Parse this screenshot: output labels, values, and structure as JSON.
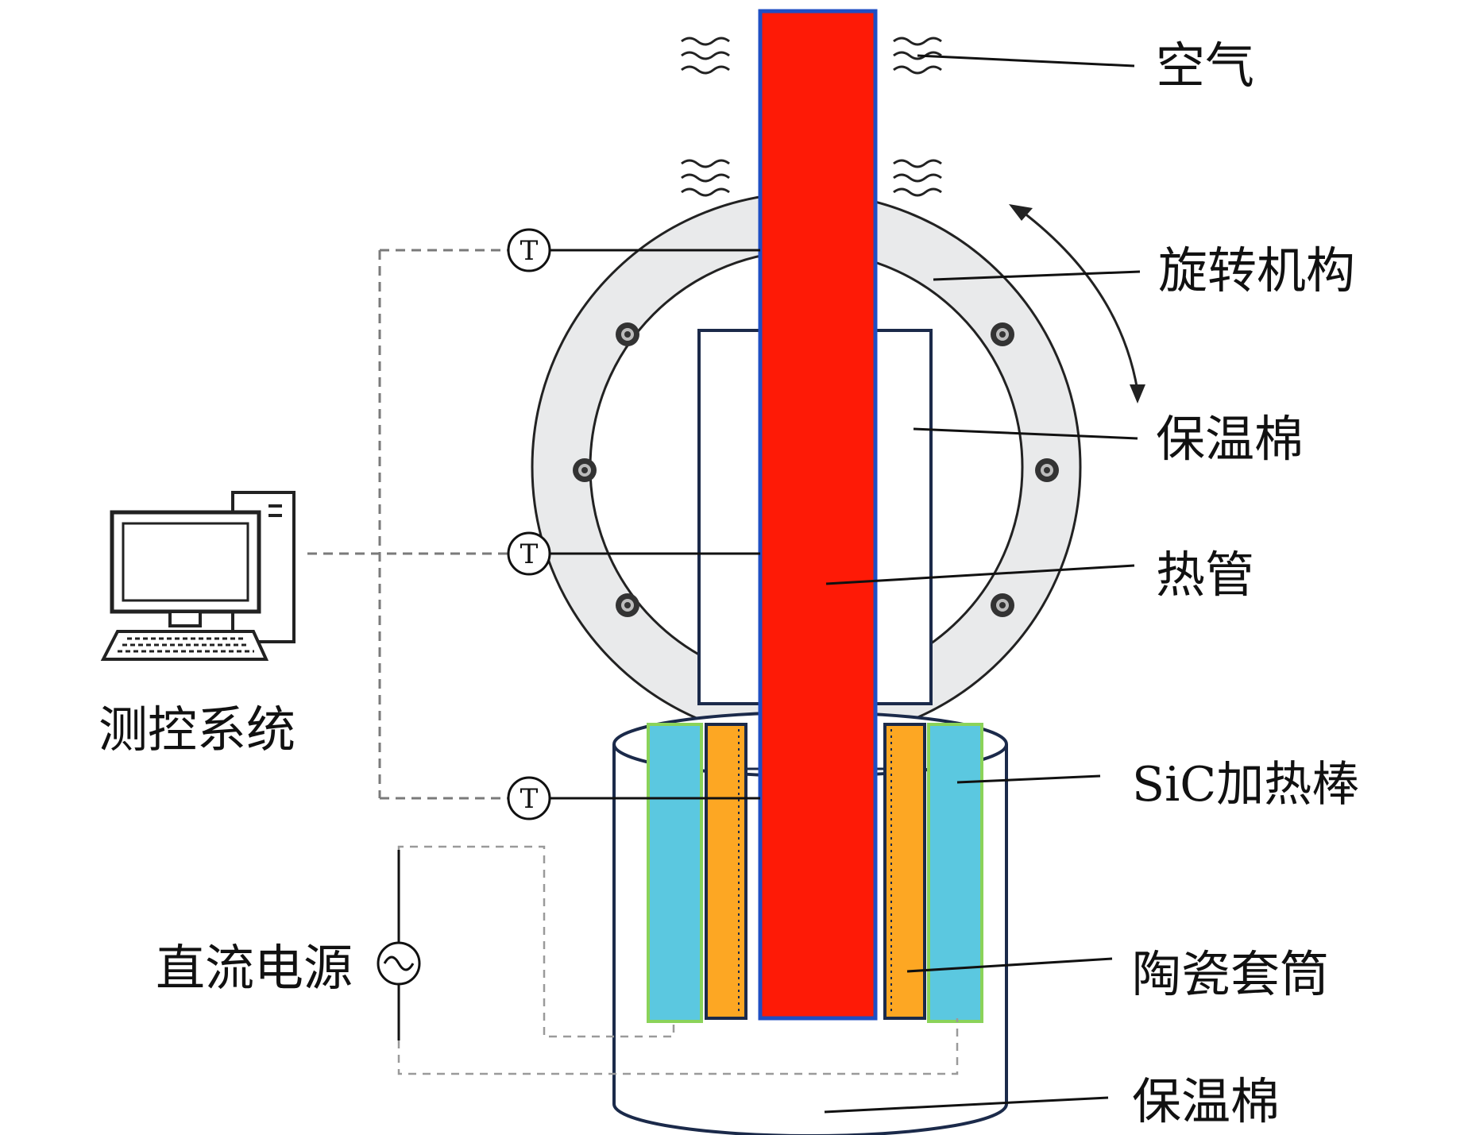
{
  "labels": {
    "air": "空气",
    "rotation_mechanism": "旋转机构",
    "insulation_upper": "保温棉",
    "heat_pipe": "热管",
    "sic_heater": "SiC加热棒",
    "ceramic_sleeve": "陶瓷套筒",
    "insulation_lower": "保温棉",
    "control_system": "测控系统",
    "dc_power": "直流电源",
    "thermocouple": "T"
  },
  "colors": {
    "heat_pipe": "#fe1a06",
    "heat_pipe_border": "#1f4fc4",
    "sic_heater": "#5bc8e0",
    "sic_heater_border": "#8bd35a",
    "ceramic_sleeve": "#fda723",
    "ring": "#e9eaeb",
    "line": "#111111"
  },
  "icons": {
    "computer": "computer-icon",
    "ac_source": "ac-source-icon",
    "rotation_arrow": "curved-double-arrow-icon",
    "air_flow": "air-wave-icon"
  }
}
